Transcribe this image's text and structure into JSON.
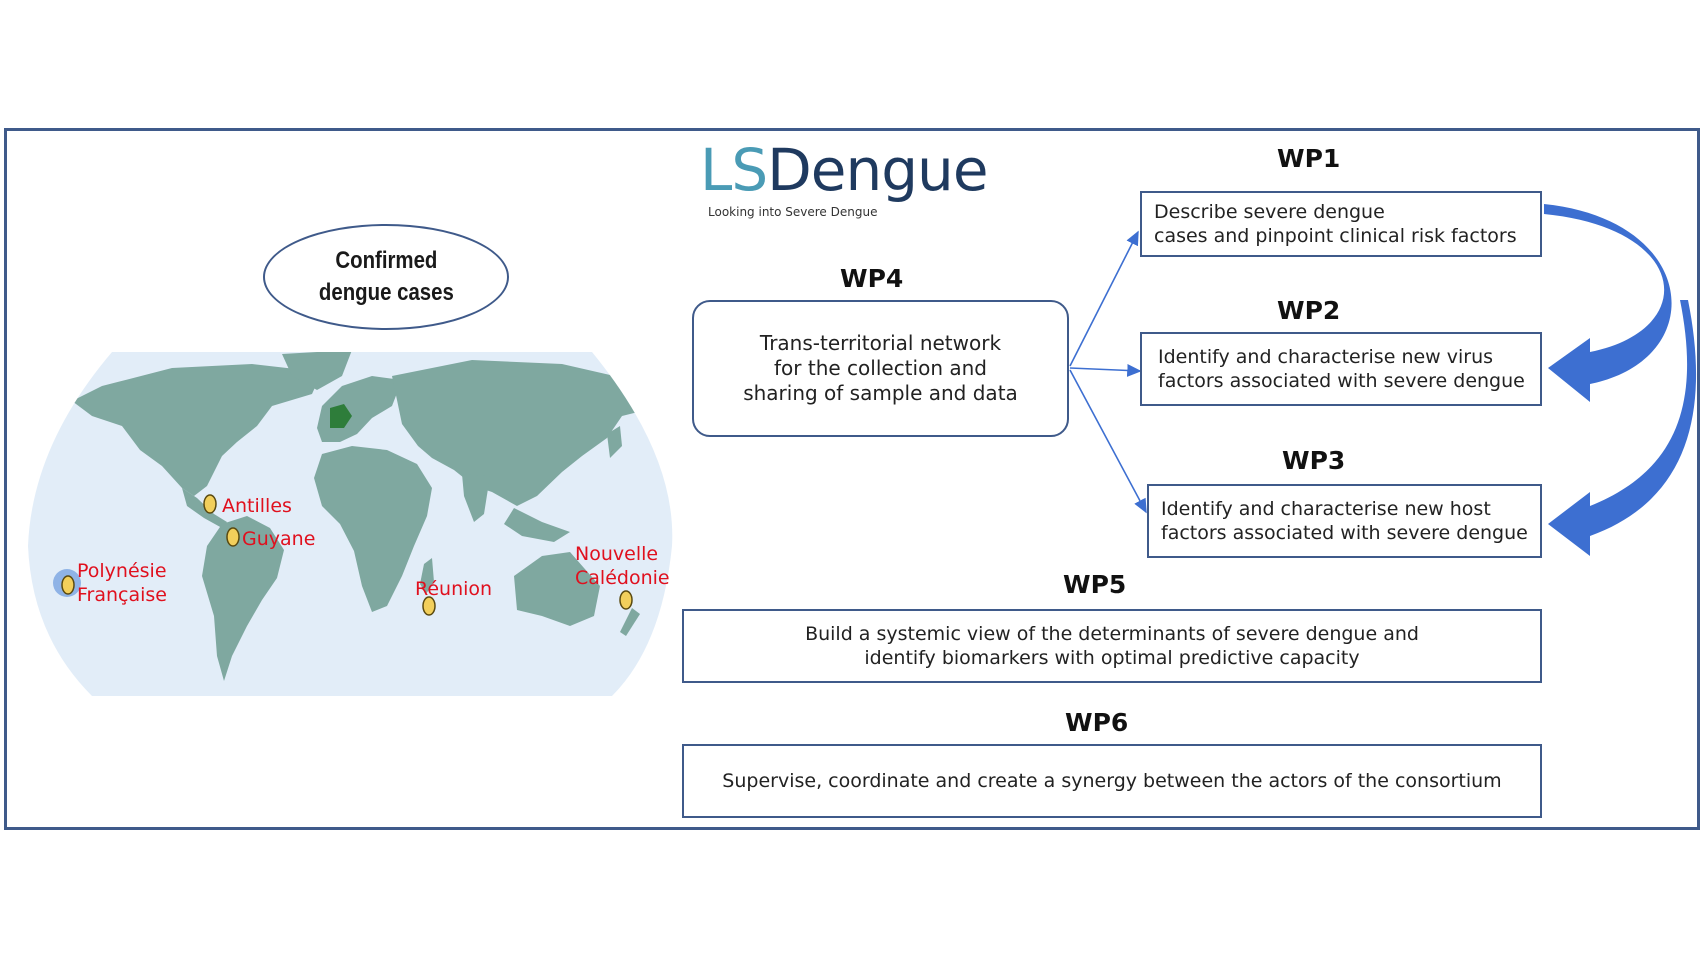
{
  "logo": {
    "ls": "LS",
    "dengue": "Dengue",
    "tagline": "Looking into Severe Dengue"
  },
  "map": {
    "title": "Confirmed\ndengue cases",
    "locations": {
      "antilles": "Antilles",
      "guyane": "Guyane",
      "polynesie": "Polynésie\nFrançaise",
      "reunion": "Réunion",
      "caledonie": "Nouvelle\nCalédonie"
    }
  },
  "work_packages": {
    "wp1": {
      "label": "WP1",
      "text": "Describe severe dengue\ncases and pinpoint clinical risk factors"
    },
    "wp2": {
      "label": "WP2",
      "text": "Identify and characterise new virus\nfactors associated with severe dengue"
    },
    "wp3": {
      "label": "WP3",
      "text": "Identify and characterise new host\nfactors associated with severe dengue"
    },
    "wp4": {
      "label": "WP4",
      "text": "Trans-territorial network\nfor the collection and\nsharing of sample and data"
    },
    "wp5": {
      "label": "WP5",
      "text": "Build a systemic view of the determinants of severe dengue and\nidentify biomarkers with optimal predictive capacity"
    },
    "wp6": {
      "label": "WP6",
      "text": "Supervise, coordinate and create a synergy between the actors of  the consortium"
    }
  },
  "colors": {
    "frame": "#3f5a8a",
    "land": "#7fa8a0",
    "ocean": "#e2edf8",
    "marker": "#f2cf5b",
    "label_red": "#e0101e",
    "arrow_blue": "#3d6fd1"
  }
}
